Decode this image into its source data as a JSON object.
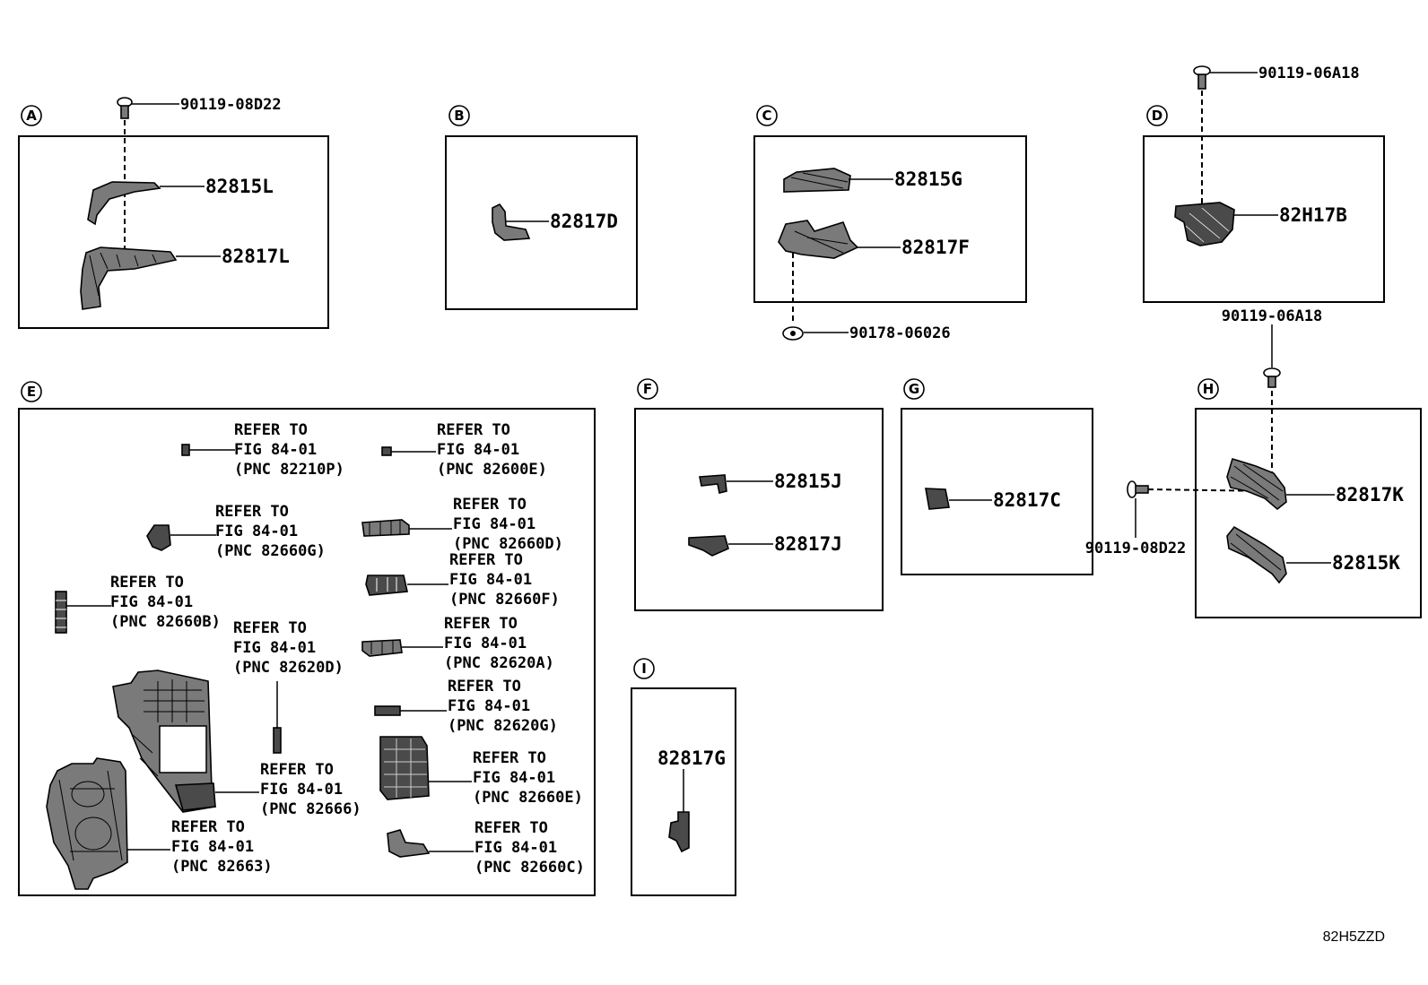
{
  "sections": {
    "A": {
      "letter": "A",
      "parts": {
        "bolt": "90119-08D22",
        "upper": "82815L",
        "lower": "82817L"
      }
    },
    "B": {
      "letter": "B",
      "parts": {
        "main": "82817D"
      }
    },
    "C": {
      "letter": "C",
      "parts": {
        "upper": "82815G",
        "lower": "82817F",
        "clip": "90178-06026"
      }
    },
    "D": {
      "letter": "D",
      "parts": {
        "bolt": "90119-06A18",
        "main": "82H17B",
        "bolt_below": "90119-06A18"
      }
    },
    "E": {
      "letter": "E",
      "refs": [
        {
          "l1": "REFER TO",
          "l2": "FIG 84-01",
          "l3": "(PNC 82210P)"
        },
        {
          "l1": "REFER TO",
          "l2": "FIG 84-01",
          "l3": "(PNC 82600E)"
        },
        {
          "l1": "REFER TO",
          "l2": "FIG 84-01",
          "l3": "(PNC 82660G)"
        },
        {
          "l1": "REFER TO",
          "l2": "FIG 84-01",
          "l3": "(PNC 82660D)"
        },
        {
          "l1": "REFER TO",
          "l2": "FIG 84-01",
          "l3": "(PNC 82660F)"
        },
        {
          "l1": "REFER TO",
          "l2": "FIG 84-01",
          "l3": "(PNC 82660B)"
        },
        {
          "l1": "REFER TO",
          "l2": "FIG 84-01",
          "l3": "(PNC 82620D)"
        },
        {
          "l1": "REFER TO",
          "l2": "FIG 84-01",
          "l3": "(PNC 82620A)"
        },
        {
          "l1": "REFER TO",
          "l2": "FIG 84-01",
          "l3": "(PNC 82620G)"
        },
        {
          "l1": "REFER TO",
          "l2": "FIG 84-01",
          "l3": "(PNC 82666)"
        },
        {
          "l1": "REFER TO",
          "l2": "FIG 84-01",
          "l3": "(PNC 82660E)"
        },
        {
          "l1": "REFER TO",
          "l2": "FIG 84-01",
          "l3": "(PNC 82663)"
        },
        {
          "l1": "REFER TO",
          "l2": "FIG 84-01",
          "l3": "(PNC 82660C)"
        }
      ]
    },
    "F": {
      "letter": "F",
      "parts": {
        "upper": "82815J",
        "lower": "82817J"
      }
    },
    "G": {
      "letter": "G",
      "parts": {
        "main": "82817C"
      }
    },
    "H": {
      "letter": "H",
      "parts": {
        "bolt_side": "90119-08D22",
        "upper": "82817K",
        "lower": "82815K"
      }
    },
    "I": {
      "letter": "I",
      "parts": {
        "main": "82817G"
      }
    }
  },
  "diagram_code": "82H5ZZD"
}
